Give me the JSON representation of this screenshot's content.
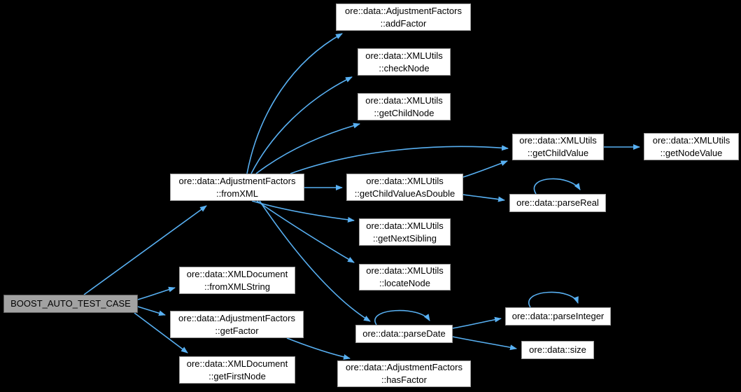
{
  "diagram": {
    "type": "call-graph",
    "colors": {
      "background": "#000000",
      "edge": "#58b0f2",
      "node-bg": "#ffffff",
      "node-border": "#9d9d9d",
      "node-text": "#000000",
      "highlight-bg": "#a2a2a2",
      "highlight-border": "#636363"
    },
    "nodes": [
      {
        "id": "boost",
        "label": "BOOST_AUTO_TEST_CASE",
        "highlight": true
      },
      {
        "id": "fromXML",
        "label": "ore::data::AdjustmentFactors\n::fromXML"
      },
      {
        "id": "addFactor",
        "label": "ore::data::AdjustmentFactors\n::addFactor"
      },
      {
        "id": "checkNode",
        "label": "ore::data::XMLUtils\n::checkNode"
      },
      {
        "id": "getChildNode",
        "label": "ore::data::XMLUtils\n::getChildNode"
      },
      {
        "id": "getChildValue",
        "label": "ore::data::XMLUtils\n::getChildValue"
      },
      {
        "id": "getNodeValue",
        "label": "ore::data::XMLUtils\n::getNodeValue"
      },
      {
        "id": "getChildValueAsDouble",
        "label": "ore::data::XMLUtils\n::getChildValueAsDouble"
      },
      {
        "id": "parseReal",
        "label": "ore::data::parseReal"
      },
      {
        "id": "getNextSibling",
        "label": "ore::data::XMLUtils\n::getNextSibling"
      },
      {
        "id": "locateNode",
        "label": "ore::data::XMLUtils\n::locateNode"
      },
      {
        "id": "fromXMLString",
        "label": "ore::data::XMLDocument\n::fromXMLString"
      },
      {
        "id": "getFactor",
        "label": "ore::data::AdjustmentFactors\n::getFactor"
      },
      {
        "id": "parseDate",
        "label": "ore::data::parseDate"
      },
      {
        "id": "parseInteger",
        "label": "ore::data::parseInteger"
      },
      {
        "id": "size",
        "label": "ore::data::size"
      },
      {
        "id": "getFirstNode",
        "label": "ore::data::XMLDocument\n::getFirstNode"
      },
      {
        "id": "hasFactor",
        "label": "ore::data::AdjustmentFactors\n::hasFactor"
      }
    ],
    "edges": [
      {
        "from": "boost",
        "to": "fromXML"
      },
      {
        "from": "boost",
        "to": "fromXMLString"
      },
      {
        "from": "boost",
        "to": "getFactor"
      },
      {
        "from": "boost",
        "to": "getFirstNode"
      },
      {
        "from": "getFactor",
        "to": "hasFactor"
      },
      {
        "from": "fromXML",
        "to": "addFactor"
      },
      {
        "from": "fromXML",
        "to": "checkNode"
      },
      {
        "from": "fromXML",
        "to": "getChildNode"
      },
      {
        "from": "fromXML",
        "to": "getChildValue"
      },
      {
        "from": "fromXML",
        "to": "getChildValueAsDouble"
      },
      {
        "from": "fromXML",
        "to": "getNextSibling"
      },
      {
        "from": "fromXML",
        "to": "locateNode"
      },
      {
        "from": "fromXML",
        "to": "parseDate"
      },
      {
        "from": "getChildValue",
        "to": "getNodeValue"
      },
      {
        "from": "getChildValueAsDouble",
        "to": "getChildValue"
      },
      {
        "from": "getChildValueAsDouble",
        "to": "parseReal"
      },
      {
        "from": "parseReal",
        "to": "parseReal"
      },
      {
        "from": "parseDate",
        "to": "parseDate"
      },
      {
        "from": "parseDate",
        "to": "parseInteger"
      },
      {
        "from": "parseDate",
        "to": "size"
      },
      {
        "from": "parseInteger",
        "to": "parseInteger"
      }
    ]
  }
}
